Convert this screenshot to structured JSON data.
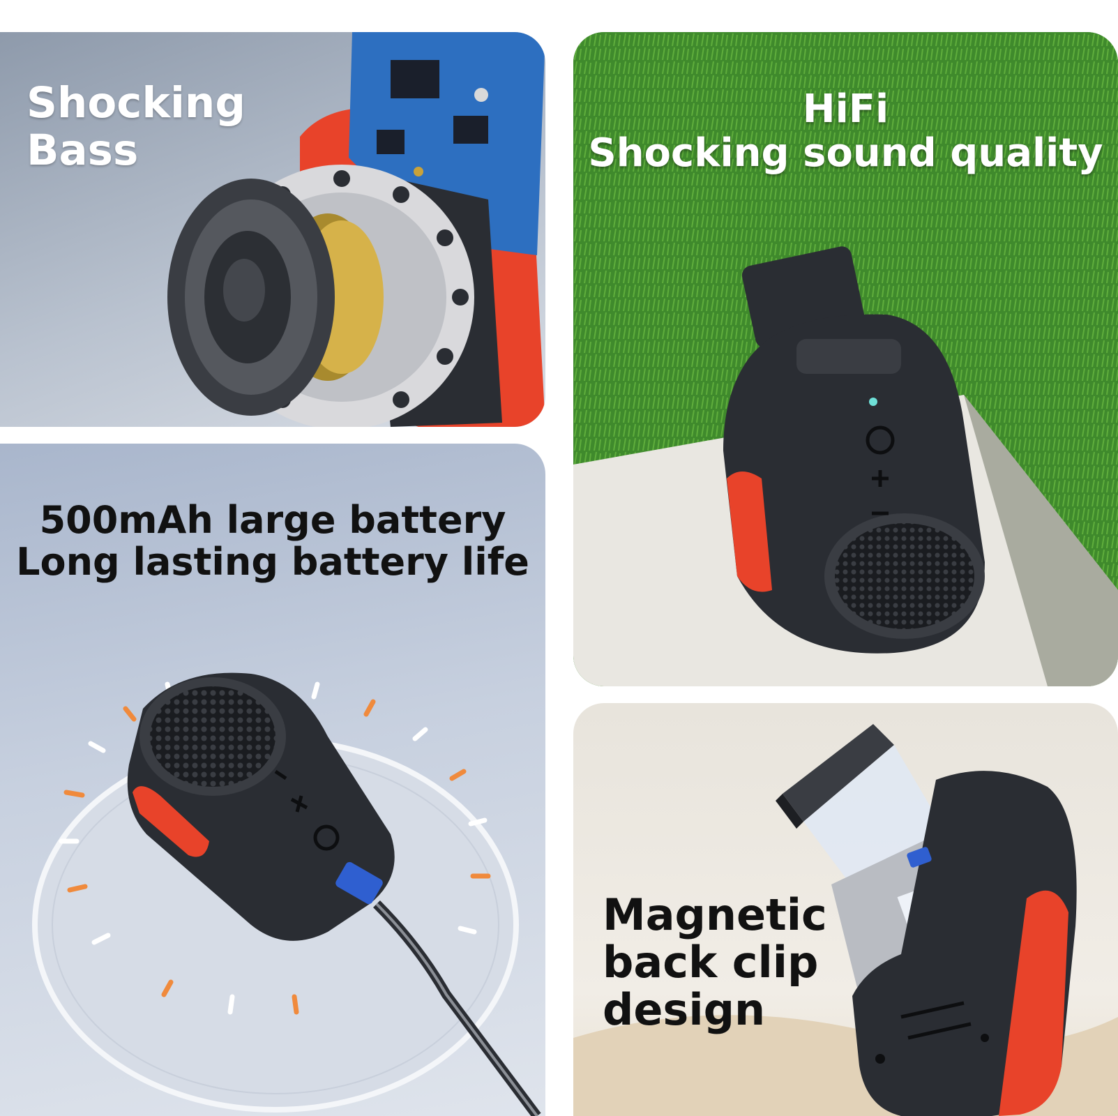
{
  "panels": {
    "bass": {
      "title_line1": "Shocking",
      "title_line2": "Bass"
    },
    "hifi": {
      "title_line1": "HiFi",
      "title_line2": "Shocking sound quality"
    },
    "battery": {
      "title_line1": "500mAh large battery",
      "title_line2": "Long lasting battery life"
    },
    "clip": {
      "title_line1": "Magnetic",
      "title_line2": "back clip",
      "title_line3": "design"
    }
  },
  "colors": {
    "accent_red": "#e8432a",
    "speaker_body": "#2a2d33",
    "grass": "#3f8a2c",
    "charge_tick_orange": "#f08a3c"
  },
  "icons": [
    "speaker-driver-icon",
    "circuit-board-icon",
    "speaker-device-icon",
    "charging-cable-icon",
    "magnet-plate-icon"
  ]
}
